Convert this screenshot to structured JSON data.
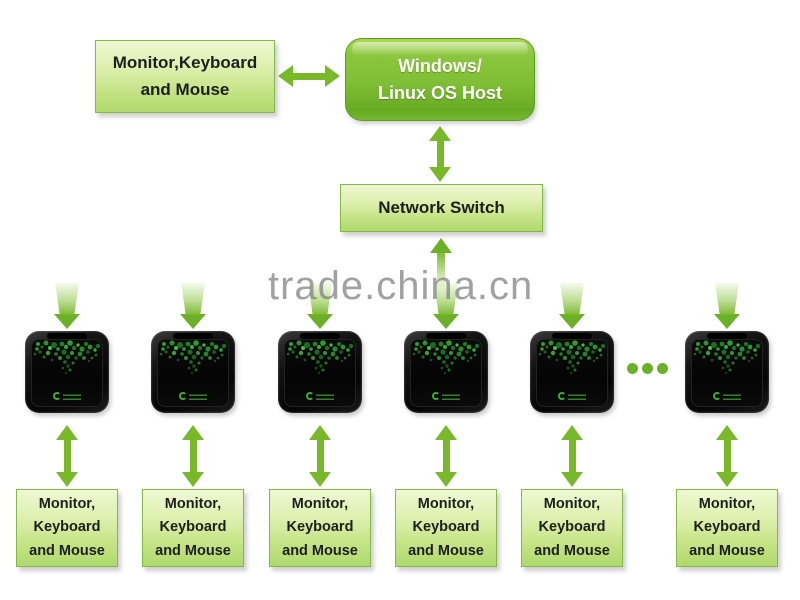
{
  "watermark": {
    "text": "trade.china.cn"
  },
  "top_peripheral_box": {
    "line1": "Monitor,Keyboard",
    "line2": "and Mouse"
  },
  "host_box": {
    "line1": "Windows/",
    "line2": "Linux OS Host"
  },
  "switch_box": {
    "label": "Network Switch"
  },
  "more_devices_indicator": {
    "dot_count": 3
  },
  "clients": [
    {
      "box_lines": [
        "Monitor,",
        "Keyboard",
        "and Mouse"
      ]
    },
    {
      "box_lines": [
        "Monitor,",
        "Keyboard",
        "and Mouse"
      ]
    },
    {
      "box_lines": [
        "Monitor,",
        "Keyboard",
        "and Mouse"
      ]
    },
    {
      "box_lines": [
        "Monitor,",
        "Keyboard",
        "and Mouse"
      ]
    },
    {
      "box_lines": [
        "Monitor,",
        "Keyboard",
        "and Mouse"
      ]
    },
    {
      "box_lines": [
        "Monitor,",
        "Keyboard",
        "and Mouse"
      ]
    }
  ],
  "colors": {
    "accent_green": "#79b829",
    "arrowhead_green": "#6cb028",
    "host_box_green": "#7fbf35",
    "light_box_top": "#eef8d2",
    "light_box_bottom": "#b0d96e",
    "light_box_border": "#84b748",
    "watermark_gray": "#7d7d7d",
    "device_black": "#0a0a0a",
    "foliage_green": "#2fae35",
    "dot_green": "#6cb02a"
  }
}
